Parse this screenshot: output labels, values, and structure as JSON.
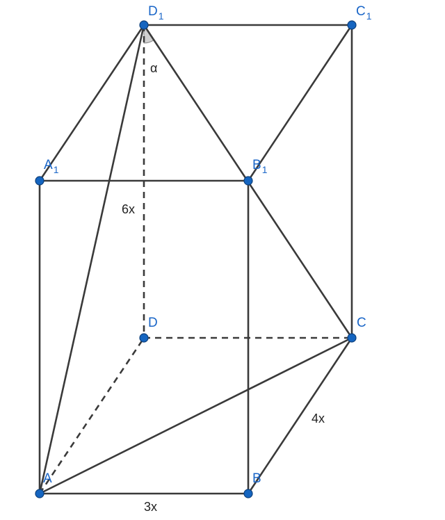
{
  "vertices": {
    "D1": {
      "letter": "D",
      "sub": "1"
    },
    "C1": {
      "letter": "C",
      "sub": "1"
    },
    "A1": {
      "letter": "A",
      "sub": "1"
    },
    "B1": {
      "letter": "B",
      "sub": "1"
    },
    "D": {
      "letter": "D",
      "sub": ""
    },
    "C": {
      "letter": "C",
      "sub": ""
    },
    "A": {
      "letter": "A",
      "sub": ""
    },
    "B": {
      "letter": "B",
      "sub": ""
    }
  },
  "measures": {
    "angle": "α",
    "height": "6x",
    "depth": "4x",
    "width": "3x"
  },
  "colors": {
    "point": "#1565c0",
    "label": "#1a66c8",
    "edge": "#3a3a3a",
    "angle_fill": "#d0d0d0"
  }
}
